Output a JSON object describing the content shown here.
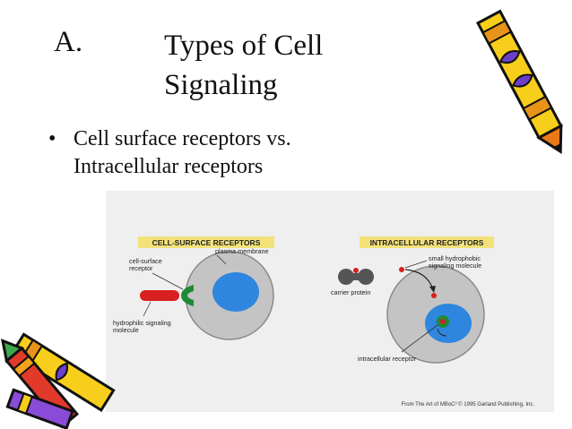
{
  "slide": {
    "letter": "A.",
    "title_line1": "Types of Cell",
    "title_line2": "Signaling",
    "bullet_symbol": "•",
    "bullet_line1": "Cell surface receptors vs.",
    "bullet_line2": "Intracellular receptors"
  },
  "figure": {
    "left_header": "CELL-SURFACE RECEPTORS",
    "right_header": "INTRACELLULAR RECEPTORS",
    "label_cell_surface_receptor_1": "cell-surface",
    "label_cell_surface_receptor_2": "receptor",
    "label_plasma_membrane": "plasma membrane",
    "label_hydrophilic_1": "hydrophilic signaling",
    "label_hydrophilic_2": "molecule",
    "label_small_hydrophobic_1": "small hydrophobic",
    "label_small_hydrophobic_2": "signaling molecule",
    "label_carrier_protein": "carrier protein",
    "label_intracellular_receptor": "intracellular receptor",
    "credit": "From The Art of MBoC³ © 1995 Garland Publishing, Inc."
  },
  "colors": {
    "header_band": "#f3e27a",
    "cell_fill": "#c4c4c4",
    "cell_stroke": "#8a8a8a",
    "nucleus": "#2f86df",
    "signal_red": "#d82020",
    "receptor_green": "#1f8a36",
    "carrier_gray": "#555555"
  }
}
